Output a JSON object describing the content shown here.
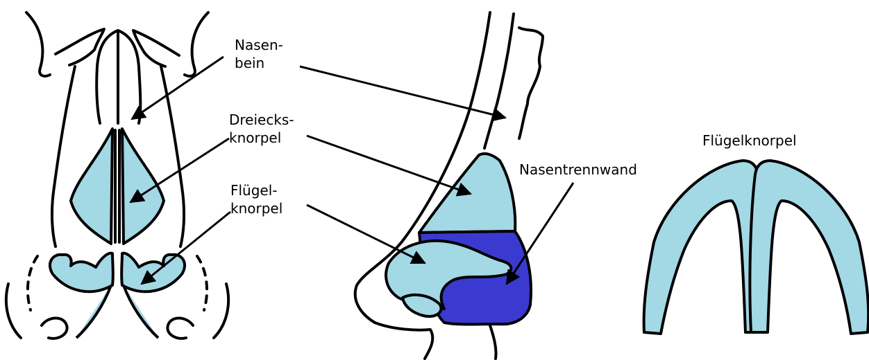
{
  "colors": {
    "cartilage_light": "#a3d8e5",
    "septum_dark": "#3a3ad0",
    "ink": "#000000",
    "background": "#ffffff"
  },
  "labels": {
    "nasal_bone_line1": "Nasen-",
    "nasal_bone_line2": "bein",
    "triangular_line1": "Dreiecks-",
    "triangular_line2": "knorpel",
    "alar_line1": "Flügel-",
    "alar_line2": "knorpel",
    "septum": "Nasentrennwand",
    "alar_title": "Flügelknorpel"
  }
}
